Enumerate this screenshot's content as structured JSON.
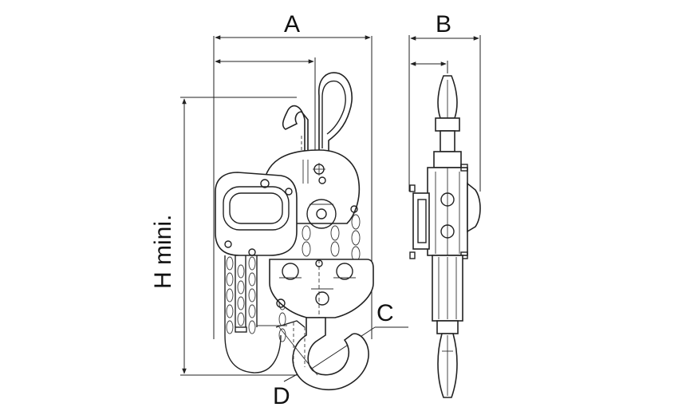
{
  "drawing": {
    "labels": {
      "a": "A",
      "b": "B",
      "c": "C",
      "d": "D",
      "h": "H mini."
    }
  }
}
